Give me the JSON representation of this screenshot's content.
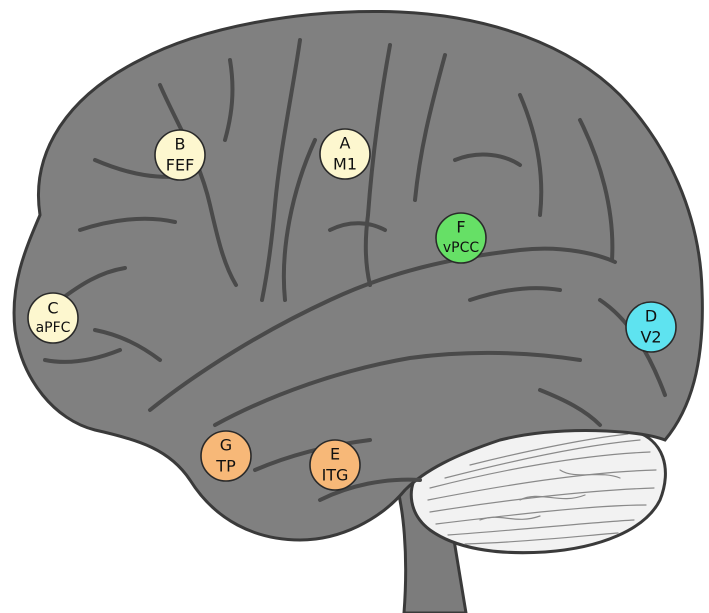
{
  "regions": [
    {
      "id": "A",
      "letter": "A",
      "abbr": "M1",
      "color": "#fdf7cf"
    },
    {
      "id": "B",
      "letter": "B",
      "abbr": "FEF",
      "color": "#fdf7cf"
    },
    {
      "id": "C",
      "letter": "C",
      "abbr": "aPFC",
      "color": "#fdf7cf"
    },
    {
      "id": "D",
      "letter": "D",
      "abbr": "V2",
      "color": "#5ee3f0"
    },
    {
      "id": "E",
      "letter": "E",
      "abbr": "ITG",
      "color": "#f7b878"
    },
    {
      "id": "F",
      "letter": "F",
      "abbr": "vPCC",
      "color": "#66e066"
    },
    {
      "id": "G",
      "letter": "G",
      "abbr": "TP",
      "color": "#f7b878"
    }
  ],
  "colors": {
    "cortex": "#808080",
    "sulci": "#4a4a4a",
    "cerebellum": "#f2f2f2",
    "brainstem": "#7c7c7c"
  }
}
